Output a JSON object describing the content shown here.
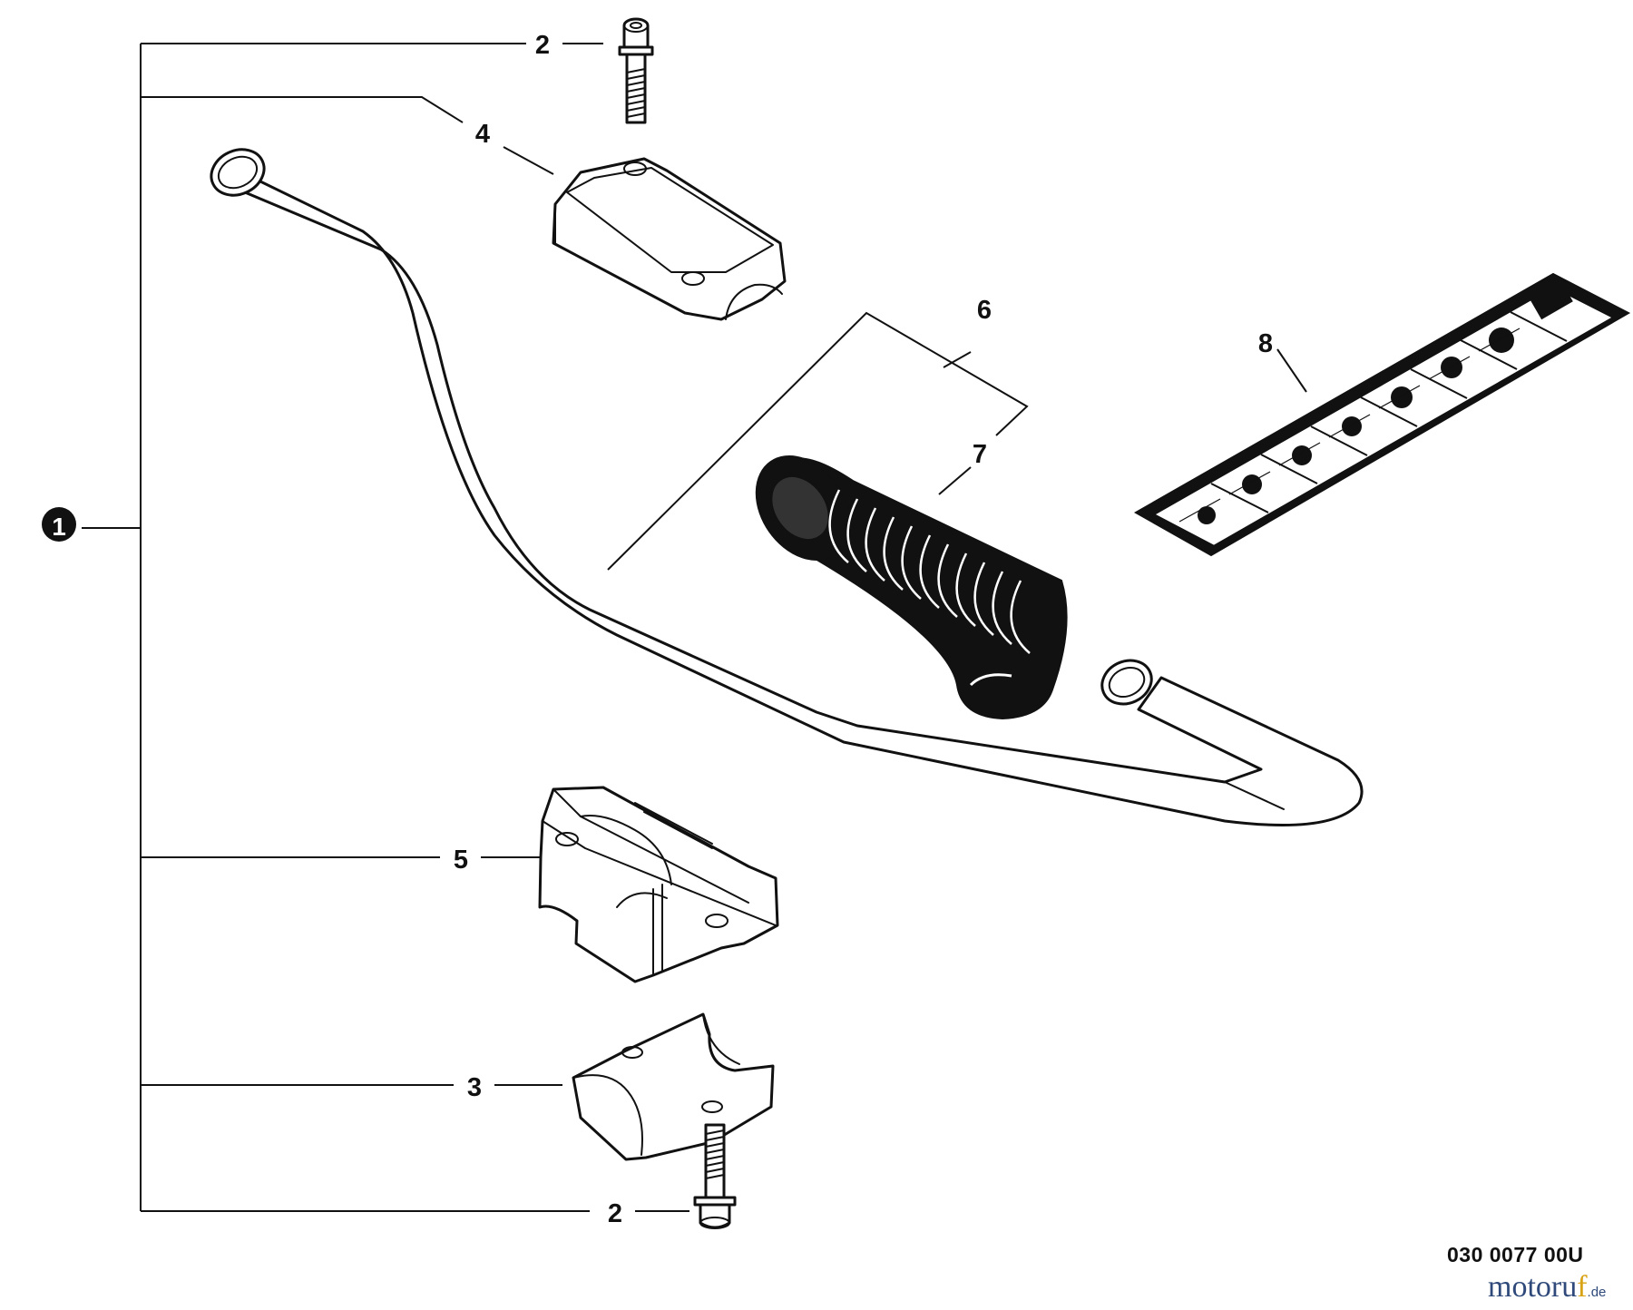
{
  "callouts": {
    "assembly": "1",
    "bolt_top": "2",
    "bolt_bottom": "2",
    "lower_clamp": "3",
    "upper_clamp": "4",
    "center_clamp": "5",
    "grip_assembly": "6",
    "grip": "7",
    "label": "8"
  },
  "drawing_number": "030 0077 00U",
  "watermark": {
    "brand_start": "motoru",
    "brand_f": "f",
    "brand_tld": ".de"
  },
  "colors": {
    "ink": "#111111",
    "watermark_blue": "#2f4a7a",
    "watermark_gold": "#d9a316"
  }
}
